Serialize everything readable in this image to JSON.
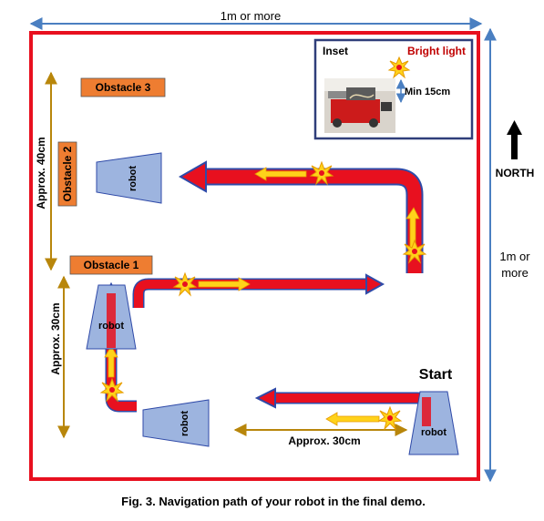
{
  "dimensions": {
    "top_width": "1m or more",
    "right_height_line1": "1m or",
    "right_height_line2": "more"
  },
  "compass": {
    "label": "NORTH"
  },
  "inset": {
    "title": "Inset",
    "bright_light": "Bright light",
    "min_distance": "Min 15cm"
  },
  "obstacles": {
    "obstacle1": "Obstacle 1",
    "obstacle2": "Obstacle 2",
    "obstacle3": "Obstacle 3"
  },
  "distances": {
    "approx_40": "Approx. 40cm",
    "approx_30_left": "Approx. 30cm",
    "approx_30_bottom": "Approx. 30cm"
  },
  "robot_label": "robot",
  "start_label": "Start",
  "caption": "Fig. 3. Navigation path of your robot in the final demo.",
  "colors": {
    "border_red": "#e8101f",
    "dimension_blue": "#4a7fc1",
    "dim_gold": "#b8860b",
    "path_red": "#e8101f",
    "path_outline_blue": "#2f4aa8",
    "robot_fill": "#9db4df",
    "robot_stroke": "#2f4aa8",
    "obstacle_fill": "#ee7d31",
    "inset_border": "#2f3e7a",
    "bright_light_text": "#c00000",
    "burst_fill": "#ffd21a",
    "burst_core": "#e8101f",
    "gold_arrow_fill": "#ffd21a",
    "gold_arrow_stroke": "#e69b00"
  }
}
